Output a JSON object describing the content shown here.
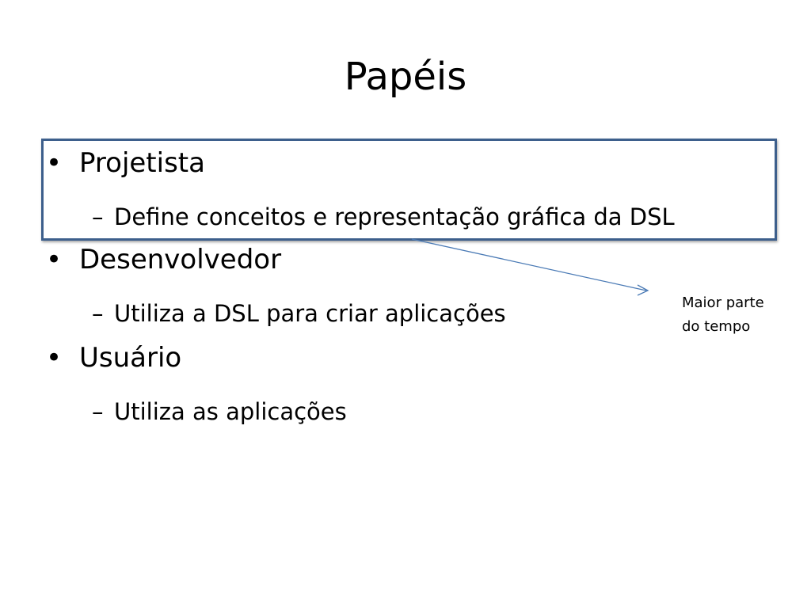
{
  "slide": {
    "title": "Papéis",
    "items": [
      {
        "bullet": "•",
        "label": "Projetista",
        "sub": {
          "dash": "–",
          "label": "Define conceitos e representação gráfica da DSL"
        }
      },
      {
        "bullet": "•",
        "label": "Desenvolvedor",
        "sub": {
          "dash": "–",
          "label": "Utiliza a DSL para criar aplicações"
        }
      },
      {
        "bullet": "•",
        "label": "Usuário",
        "sub": {
          "dash": "–",
          "label": "Utiliza as aplicações"
        }
      }
    ],
    "note": {
      "line1": "Maior parte",
      "line2": "do tempo"
    },
    "colors": {
      "box_border": "#3d5f8c",
      "arrow": "#4a7ab5"
    }
  }
}
